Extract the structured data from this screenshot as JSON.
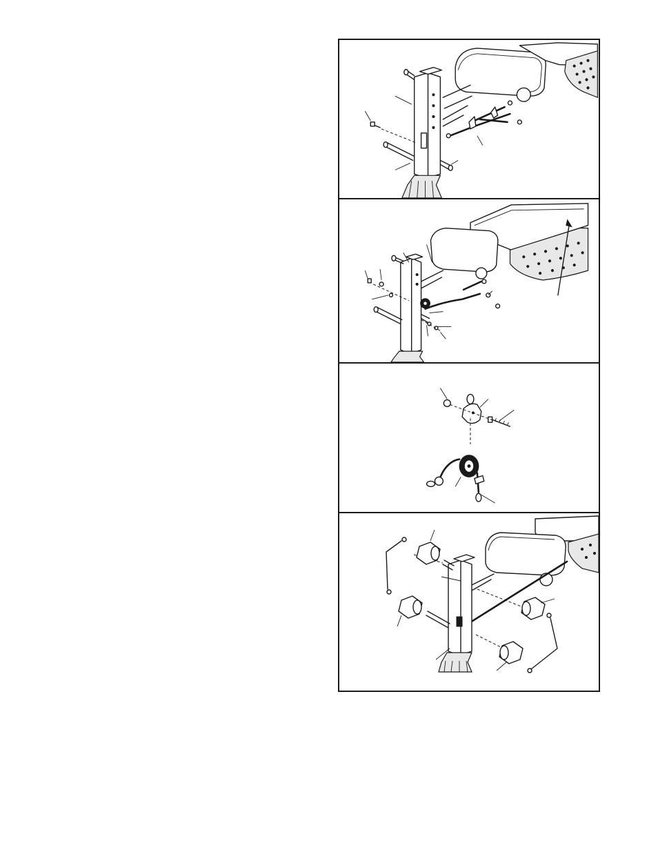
{
  "figures": [
    {
      "label": "assembly-step-cable-attachment"
    },
    {
      "label": "assembly-step-pulley-install"
    },
    {
      "label": "assembly-step-pulley-detail"
    },
    {
      "label": "assembly-step-foam-rollers"
    }
  ]
}
